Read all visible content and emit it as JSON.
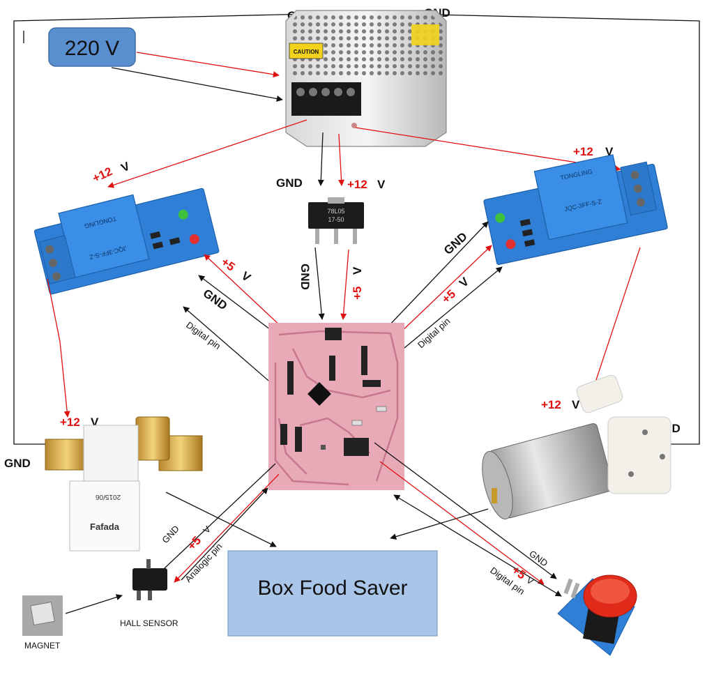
{
  "supply": {
    "voltage": "220 V",
    "top_gnd_left": "GND",
    "top_gnd_right": "GND"
  },
  "power_supply": {
    "caution": "CAUTION"
  },
  "regulator": {
    "gnd": "GND",
    "plus": "+12",
    "unit": "V",
    "marking_1": "78L05",
    "marking_2": "17-50"
  },
  "relay_left": {
    "plus": "+12",
    "unit": "V",
    "brand": "TONGLING",
    "model": "JQC-3FF-S-Z"
  },
  "relay_right": {
    "plus": "+12",
    "unit": "V",
    "brand": "TONGLING",
    "model": "JQC-3FF-S-Z"
  },
  "left_links": {
    "plus5": "+5",
    "unit": "V",
    "gnd": "GND",
    "digital": "Digital pin"
  },
  "center_links": {
    "gnd": "GND",
    "plus5": "+5",
    "unit": "V"
  },
  "right_links": {
    "gnd": "GND",
    "plus5": "+5",
    "unit": "V",
    "digital": "Digital pin"
  },
  "valve": {
    "plus": "+12",
    "unit": "V",
    "gnd": "GND",
    "date": "2015/06",
    "brand": "Fafada"
  },
  "pump": {
    "plus": "+12",
    "unit": "V",
    "gnd": "GND"
  },
  "hall_links": {
    "gnd": "GND",
    "plus5": "+5",
    "unit": "V",
    "analog": "Analogic pin"
  },
  "hall_sensor": {
    "label": "HALL SENSOR"
  },
  "magnet": {
    "label": "MAGNET"
  },
  "button_links": {
    "gnd": "GND",
    "plus5": "+5",
    "unit": "V",
    "digital": "Digital pin"
  },
  "button": {
    "tag": "GND"
  },
  "box": {
    "title": "Box Food Saver"
  },
  "colors": {
    "black_wire": "#111111",
    "red_wire": "#e01010",
    "box_fill": "#a9c6e8",
    "supply_fill": "#5a8fcf",
    "relay_blue": "#2f7fd6",
    "pcb": "#e9aab8"
  }
}
